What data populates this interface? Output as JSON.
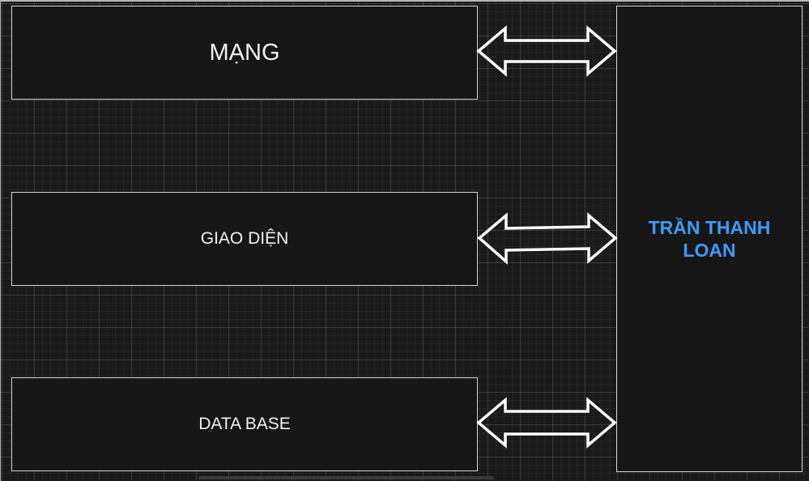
{
  "diagram": {
    "nodes": [
      {
        "id": "mang",
        "label": "MẠNG"
      },
      {
        "id": "giao_dien",
        "label": "GIAO DIỆN"
      },
      {
        "id": "data_base",
        "label": "DATA BASE"
      },
      {
        "id": "person",
        "label": "TRẦN THANH LOAN"
      }
    ],
    "edges": [
      {
        "from": "mang",
        "to": "person",
        "type": "bidirectional"
      },
      {
        "from": "giao_dien",
        "to": "person",
        "type": "bidirectional"
      },
      {
        "from": "data_base",
        "to": "person",
        "type": "bidirectional"
      }
    ]
  },
  "colors": {
    "background": "#1a1a1a",
    "box_fill": "#161616",
    "box_border": "#d6d6d6",
    "text": "#f2f2f2",
    "accent_text": "#3d9bff",
    "arrow_stroke": "#ffffff"
  }
}
